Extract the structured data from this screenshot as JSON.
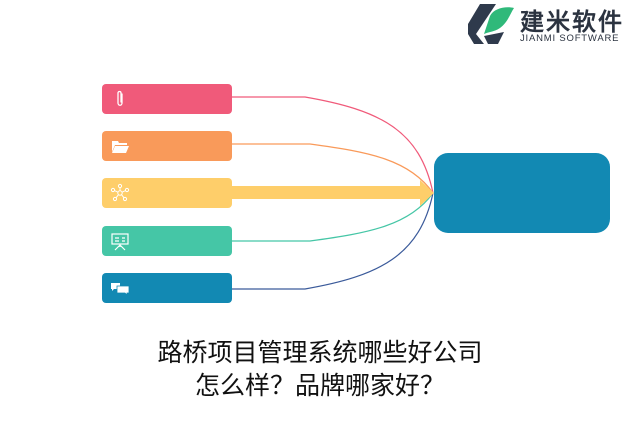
{
  "logo": {
    "name_cn": "建米软件",
    "name_en": "JIANMI SOFTWARE",
    "colors": {
      "dark": "#2f3a4c",
      "green": "#2fb97a"
    }
  },
  "diagram": {
    "sources": [
      {
        "id": "attachment",
        "icon": "paperclip-icon",
        "color": "#f05a7a",
        "line_color": "#f05a7a"
      },
      {
        "id": "folder",
        "icon": "folder-icon",
        "color": "#f99a5a",
        "line_color": "#f99a5a"
      },
      {
        "id": "network",
        "icon": "network-nodes-icon",
        "color": "#fece6a",
        "line_color": "#fece6a"
      },
      {
        "id": "presentation",
        "icon": "presentation-board-icon",
        "color": "#45c6a6",
        "line_color": "#45c6a6"
      },
      {
        "id": "chat",
        "icon": "chat-bubbles-icon",
        "color": "#1289b3",
        "line_color": "#3a5a9a"
      }
    ],
    "target": {
      "color": "#1289b3"
    }
  },
  "title": {
    "line1": "路桥项目管理系统哪些好公司",
    "line2": "怎么样？品牌哪家好？"
  }
}
